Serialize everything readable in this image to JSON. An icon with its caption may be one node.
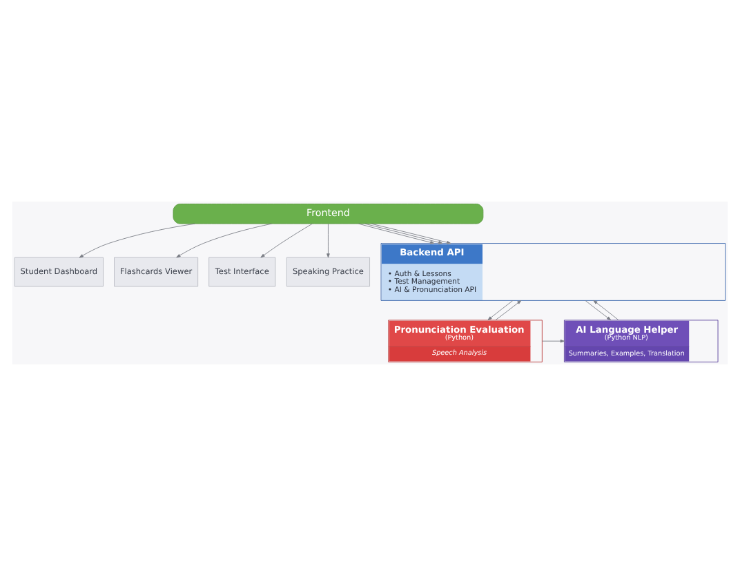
{
  "diagram": {
    "nodes": [
      {
        "text": [
          "Frontend"
        ]
      },
      {
        "text": [
          "Student Dashboard"
        ]
      },
      {
        "text": [
          "Flashcards Viewer"
        ]
      },
      {
        "text": [
          "Test Interface"
        ]
      },
      {
        "text": [
          "Speaking Practice"
        ]
      },
      {
        "text": [
          "Backend API",
          "• Auth & Lessons",
          "• Test Management",
          "• AI & Pronunciation API"
        ]
      },
      {
        "text": [
          "Pronunciation Evaluation",
          "(Python)",
          "Speech Analysis"
        ]
      },
      {
        "text": [
          "AI Language Helper",
          "(Python NLP)",
          "Summaries, Examples, Translation"
        ]
      }
    ],
    "edges": [
      {
        "from": 0,
        "to": 1,
        "arrow": "to"
      },
      {
        "from": 0,
        "to": 2,
        "arrow": "to"
      },
      {
        "from": 0,
        "to": 3,
        "arrow": "to"
      },
      {
        "from": 0,
        "to": 4,
        "arrow": "to"
      },
      {
        "from": 0,
        "to": 5,
        "arrow": "to"
      },
      {
        "from": 0,
        "to": 5,
        "arrow": "to"
      },
      {
        "from": 0,
        "to": 5,
        "arrow": "to"
      },
      {
        "from": 6,
        "to": 5,
        "arrow": "to"
      },
      {
        "from": 5,
        "to": 6,
        "arrow": "to"
      },
      {
        "from": 7,
        "to": 5,
        "arrow": "to"
      },
      {
        "from": 5,
        "to": 7,
        "arrow": "to"
      },
      {
        "from": 6,
        "to": 7,
        "arrow": "to"
      }
    ]
  }
}
